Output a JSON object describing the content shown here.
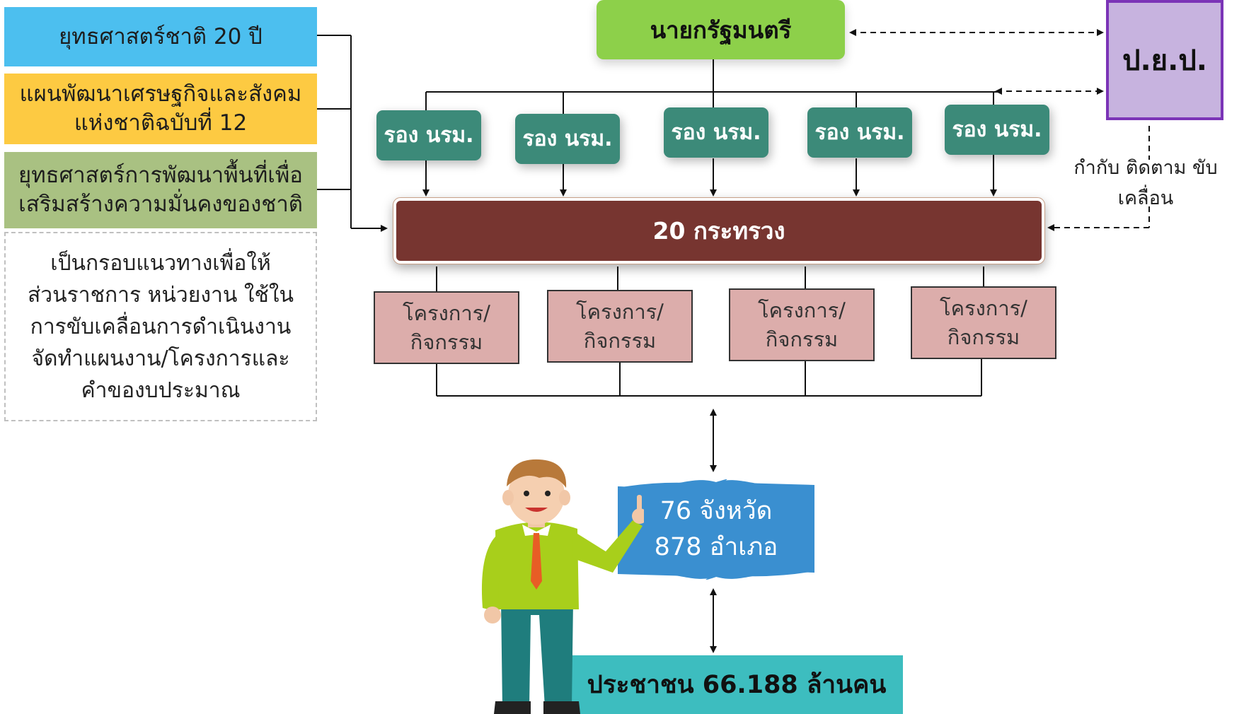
{
  "left_boxes": {
    "strategy": "ยุทธศาสตร์ชาติ 20 ปี",
    "plan_line1": "แผนพัฒนาเศรษฐกิจและสังคม",
    "plan_line2": "แห่งชาติฉบับที่ 12",
    "security_line1": "ยุทธศาสตร์การพัฒนาพื้นที่เพื่อ",
    "security_line2": "เสริมสร้างความมั่นคงของชาติ",
    "note_lines": [
      "เป็นกรอบแนวทางเพื่อให้",
      "ส่วนราชการ หน่วยงาน ใช้ใน",
      "การขับเคลื่อนการดำเนินงาน",
      "จัดทำแผนงาน/โครงการและ",
      "คำของบประมาณ"
    ]
  },
  "prime_minister": "นายกรัฐมนตรี",
  "pyp": "ป.ย.ป.",
  "deputies": [
    "รอง นรม.",
    "รอง นรม.",
    "รอง นรม.",
    "รอง นรม.",
    "รอง นรม."
  ],
  "monitor_label": "กำกับ ติดตาม ขับเคลื่อน",
  "ministries": "20 กระทรวง",
  "projects": [
    {
      "line1": "โครงการ/",
      "line2": "กิจกรรม"
    },
    {
      "line1": "โครงการ/",
      "line2": "กิจกรรม"
    },
    {
      "line1": "โครงการ/",
      "line2": "กิจกรรม"
    },
    {
      "line1": "โครงการ/",
      "line2": "กิจกรรม"
    }
  ],
  "provinces_line1": "76 จังหวัด",
  "provinces_line2": "878 อำเภอ",
  "people": "ประชาชน 66.188 ล้านคน",
  "colors": {
    "blue_box": "#4cbfef",
    "yellow_box": "#fdca42",
    "green_box": "#a9c182",
    "prime_minister": "#8dd04a",
    "pyp_fill": "#c7b3df",
    "pyp_border": "#7b34b7",
    "deputy": "#3c8a79",
    "ministry": "#773530",
    "project": "#dcadab",
    "province": "#3a8fd0",
    "people": "#3dbdbf"
  }
}
